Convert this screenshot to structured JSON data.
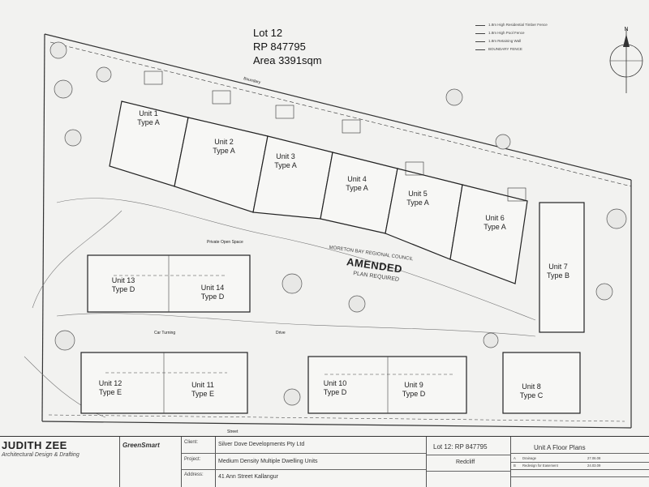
{
  "lot": {
    "line1": "Lot 12",
    "line2": "RP 847795",
    "line3": "Area 3391sqm"
  },
  "legend": {
    "items": [
      "1.8m High Residential Timber Fence",
      "1.8m High Pool Fence",
      "1.8m Retaining Wall",
      "BOUNDARY FENCE"
    ]
  },
  "north": {
    "label": "N"
  },
  "units": [
    {
      "name": "Unit 1",
      "type": "Type A"
    },
    {
      "name": "Unit 2",
      "type": "Type A"
    },
    {
      "name": "Unit 3",
      "type": "Type A"
    },
    {
      "name": "Unit 4",
      "type": "Type A"
    },
    {
      "name": "Unit 5",
      "type": "Type A"
    },
    {
      "name": "Unit 6",
      "type": "Type A"
    },
    {
      "name": "Unit 7",
      "type": "Type B"
    },
    {
      "name": "Unit 8",
      "type": "Type C"
    },
    {
      "name": "Unit 9",
      "type": "Type D"
    },
    {
      "name": "Unit 10",
      "type": "Type D"
    },
    {
      "name": "Unit 11",
      "type": "Type E"
    },
    {
      "name": "Unit 12",
      "type": "Type E"
    },
    {
      "name": "Unit 13",
      "type": "Type D"
    },
    {
      "name": "Unit 14",
      "type": "Type D"
    }
  ],
  "notes": {
    "boundary": "Boundary",
    "car_turning": "Car Turning",
    "drive": "Drive",
    "private_open_space": "Private Open Space",
    "street": "Street"
  },
  "stamp": {
    "council": "MORETON BAY REGIONAL COUNCIL",
    "title": "AMENDED",
    "subtitle": "PLAN REQUIRED"
  },
  "titleblock": {
    "firm": "JUDITH ZEE",
    "firm_sub": "Architectural Design & Drafting",
    "labels": {
      "client": "Client:",
      "project": "Project:",
      "address": "Address:"
    },
    "client": "Silver Dove Developments Pty Ltd",
    "project": "Medium Density Multiple Dwelling Units",
    "address": "41 Ann Street Kallangur",
    "lot": "Lot 12: RP 847795",
    "locality": "Redcliff",
    "drawing": "Unit A Floor Plans",
    "greensmart": "GreenSmart",
    "revisions": [
      {
        "code": "A",
        "text": "Drainage",
        "date": "27.06.08"
      },
      {
        "code": "B",
        "text": "Redesign for Easement",
        "date": "24.03.09"
      }
    ]
  }
}
